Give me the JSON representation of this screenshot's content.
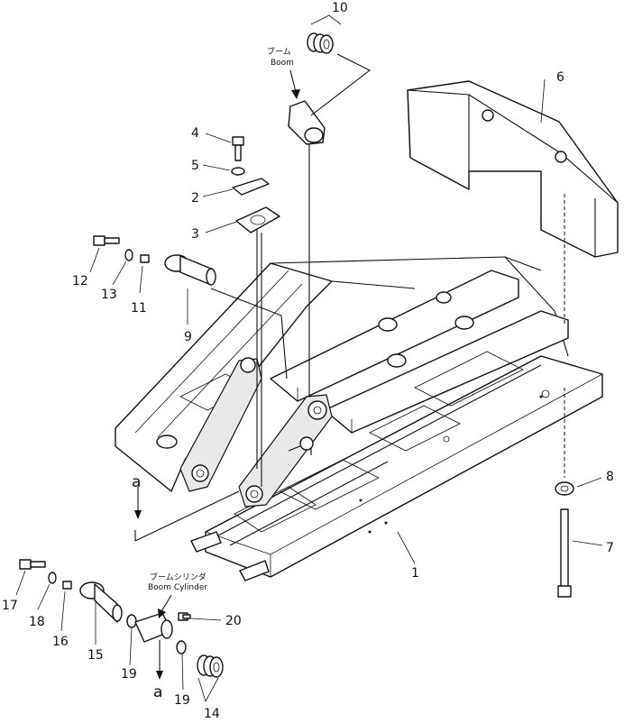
{
  "diagram": {
    "callouts": [
      {
        "id": "1",
        "text": "1"
      },
      {
        "id": "2",
        "text": "2"
      },
      {
        "id": "3",
        "text": "3"
      },
      {
        "id": "4",
        "text": "4"
      },
      {
        "id": "5",
        "text": "5"
      },
      {
        "id": "6",
        "text": "6"
      },
      {
        "id": "7",
        "text": "7"
      },
      {
        "id": "8",
        "text": "8"
      },
      {
        "id": "9",
        "text": "9"
      },
      {
        "id": "10",
        "text": "10"
      },
      {
        "id": "11",
        "text": "11"
      },
      {
        "id": "12",
        "text": "12"
      },
      {
        "id": "13",
        "text": "13"
      },
      {
        "id": "14",
        "text": "14"
      },
      {
        "id": "15",
        "text": "15"
      },
      {
        "id": "16",
        "text": "16"
      },
      {
        "id": "17",
        "text": "17"
      },
      {
        "id": "18",
        "text": "18"
      },
      {
        "id": "19a",
        "text": "19"
      },
      {
        "id": "19b",
        "text": "19"
      },
      {
        "id": "20",
        "text": "20"
      }
    ],
    "boom_label_jp": "ブーム",
    "boom_label_en": "Boom",
    "boom_cylinder_label_jp": "ブームシリンダ",
    "boom_cylinder_label_en": "Boom  Cylinder",
    "ref_mark_top": "a",
    "ref_mark_bottom": "a"
  }
}
